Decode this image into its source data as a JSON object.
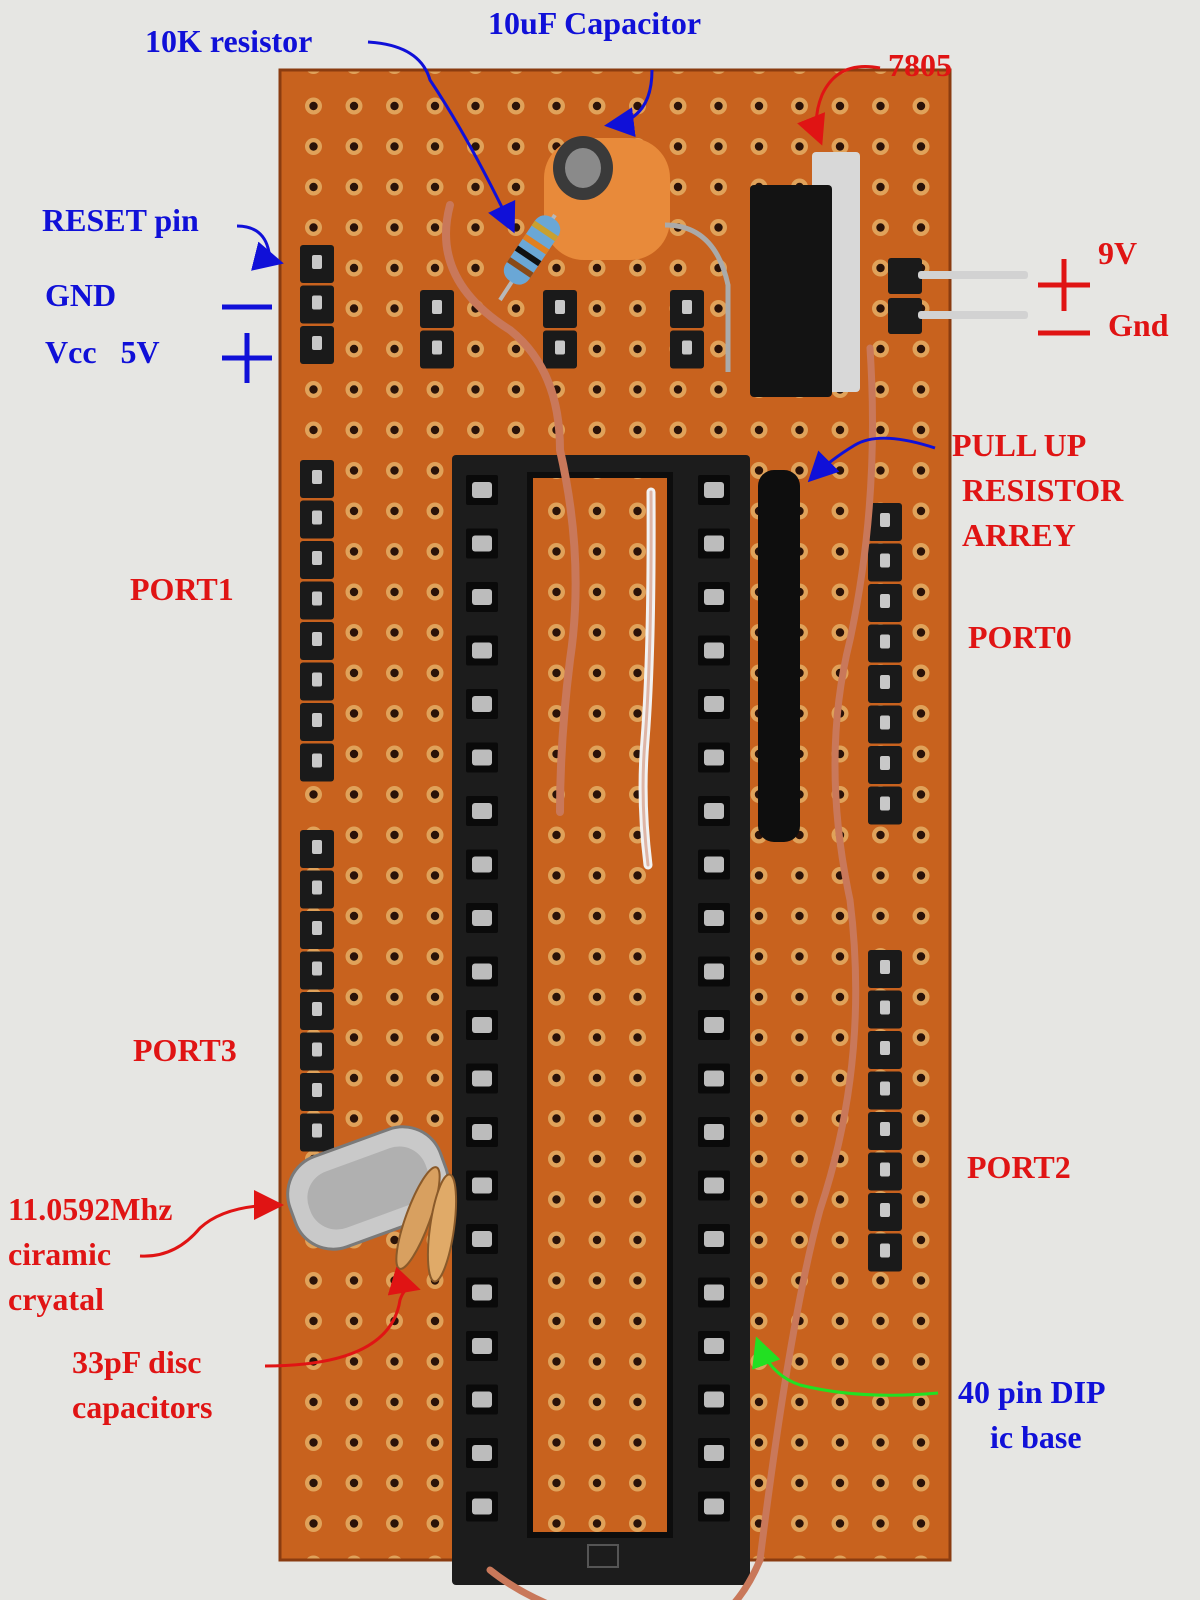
{
  "scene": {
    "subject": "8051 microcontroller development board on perforated board",
    "colors": {
      "background": "#e6e6e3",
      "pcb": "#c8621e",
      "pad": "#e0a25a",
      "hole": "#2a1208",
      "socket": "#1c1c1c",
      "wire": "#c9785a",
      "blue_label": "#1010d8",
      "red_label": "#e01414",
      "green_arrow": "#22e022"
    }
  },
  "labels": {
    "resistor_10k": "10K resistor",
    "capacitor_10uf": "10uF Capacitor",
    "regulator": "7805",
    "reset_pin": "RESET pin",
    "gnd": "GND",
    "vcc": "Vcc   5V",
    "nine_volt": "9V",
    "gnd_input": "Gnd",
    "pullup_line1": "PULL UP",
    "pullup_line2": "RESISTOR",
    "pullup_line3": "ARREY",
    "port1": "PORT1",
    "port0": "PORT0",
    "port3": "PORT3",
    "port2": "PORT2",
    "crystal_line1": "11.0592Mhz",
    "crystal_line2": "ciramic",
    "crystal_line3": "cryatal",
    "disc_line1": "33pF disc",
    "disc_line2": "capacitors",
    "dip_line1": "40 pin DIP",
    "dip_line2": "ic base"
  }
}
